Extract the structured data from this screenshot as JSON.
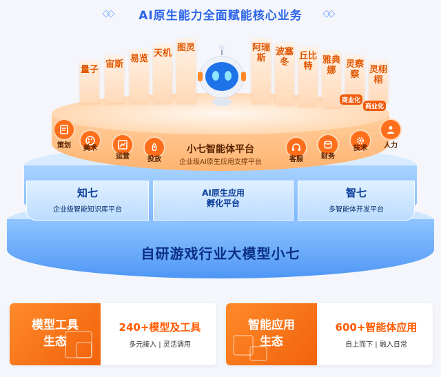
{
  "header": {
    "title": "AI原生能力全面赋能核心业务"
  },
  "agents": [
    {
      "name": "量子"
    },
    {
      "name": "宙斯"
    },
    {
      "name": "易览"
    },
    {
      "name": "天机"
    },
    {
      "name": "图灵"
    },
    {
      "name": "阿瑞斯"
    },
    {
      "name": "波塞冬"
    },
    {
      "name": "丘比特"
    },
    {
      "name": "雅典娜"
    },
    {
      "name": "灵察察",
      "badge": "商业化"
    },
    {
      "name": "灵栩栩",
      "badge": "商业化"
    }
  ],
  "agent_platform": {
    "title": "小七智能体平台",
    "subtitle": "企业级AI原生应用支撑平台",
    "functions": [
      "策划",
      "美术",
      "运营",
      "投放",
      "客服",
      "财务",
      "技术",
      "人力"
    ]
  },
  "middle_platforms": [
    {
      "title": "知七",
      "subtitle": "企业级智能知识库平台"
    },
    {
      "title": "AI原生应用\n孵化平台",
      "subtitle": ""
    },
    {
      "title": "智七",
      "subtitle": "多智能体开发平台"
    }
  ],
  "foundation": {
    "title": "自研游戏行业大模型小七"
  },
  "bottom_cards": [
    {
      "label": "模型工具\n生态",
      "headline": "240+模型及工具",
      "detail": "多元接入 | 灵活调用"
    },
    {
      "label": "智能应用\n生态",
      "headline": "600+智能体应用",
      "detail": "自上而下 | 融入日常"
    }
  ],
  "colors": {
    "brand_blue": "#2a63e8",
    "brand_orange": "#f2620a"
  }
}
